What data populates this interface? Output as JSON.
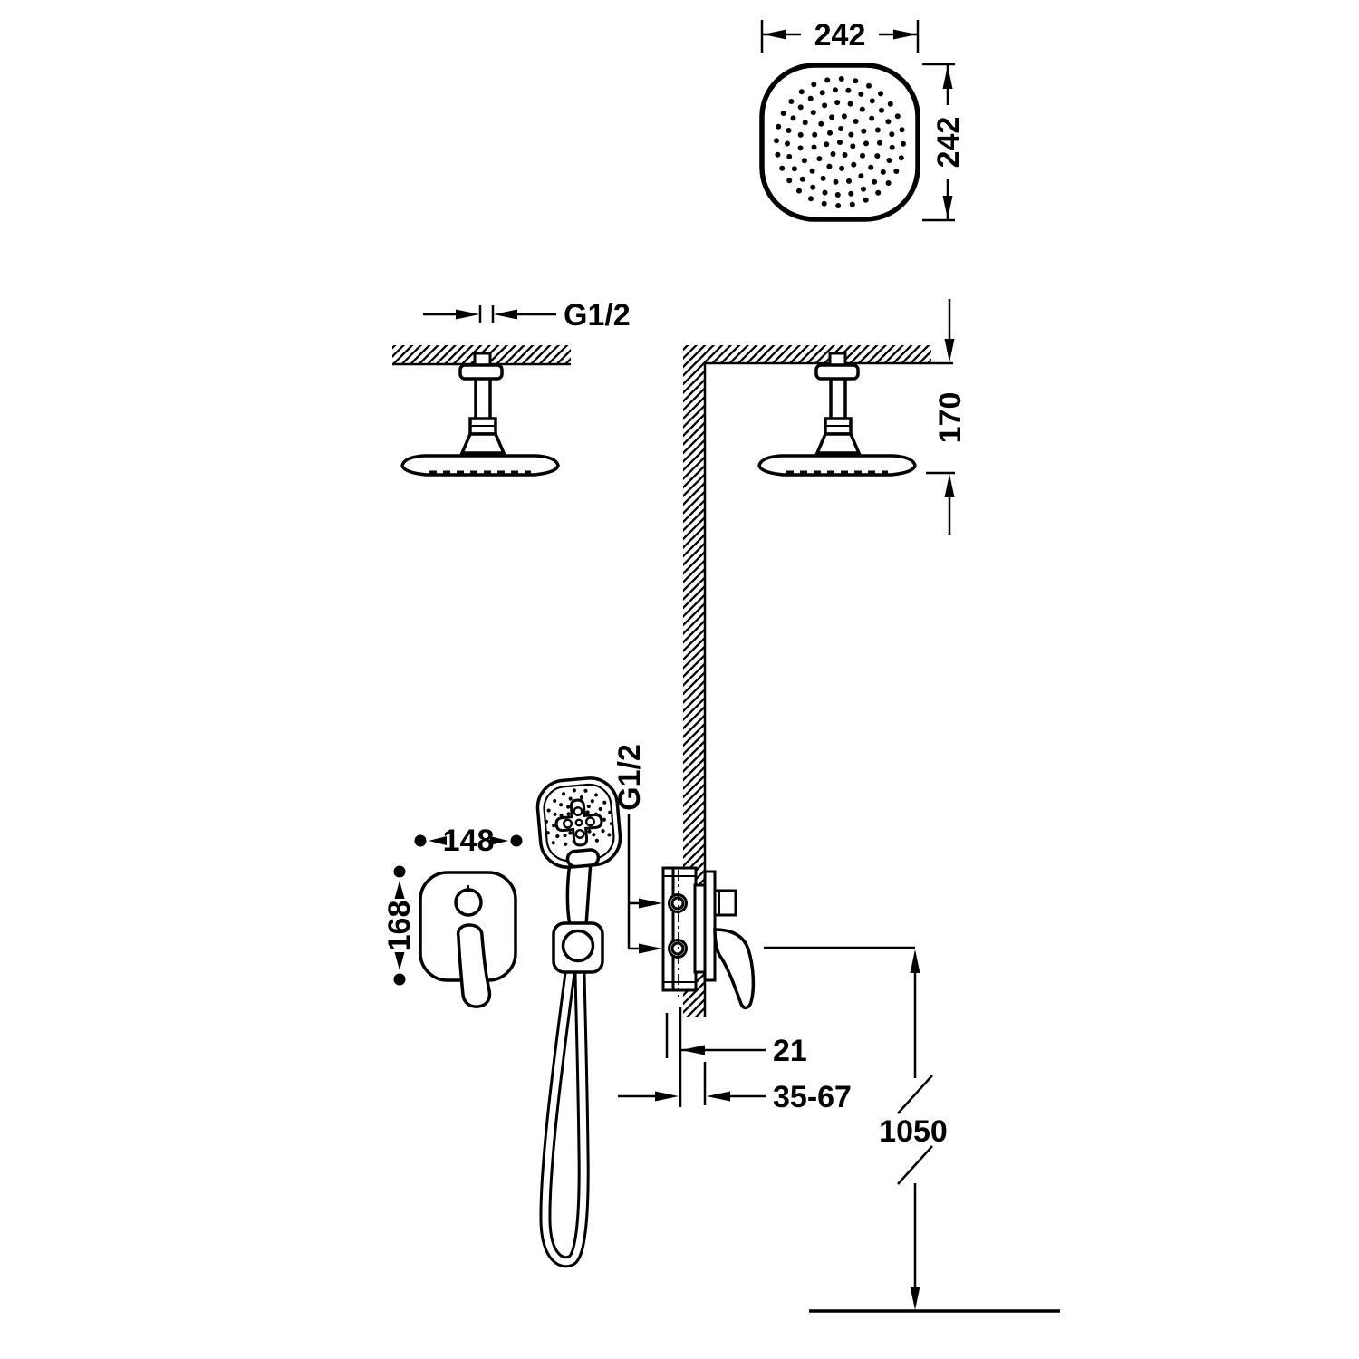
{
  "diagram": {
    "ink_color": "#000000",
    "background_color": "#ffffff",
    "dims": {
      "overhead_width": "242",
      "overhead_height": "242",
      "ceiling_thread": "G1/2",
      "ceiling_drop": "170",
      "plate_width": "148",
      "plate_height": "168",
      "outlet_thread": "G1/2",
      "valve_offset": "21",
      "depth_range": "35-67",
      "floor_height": "1050"
    }
  }
}
